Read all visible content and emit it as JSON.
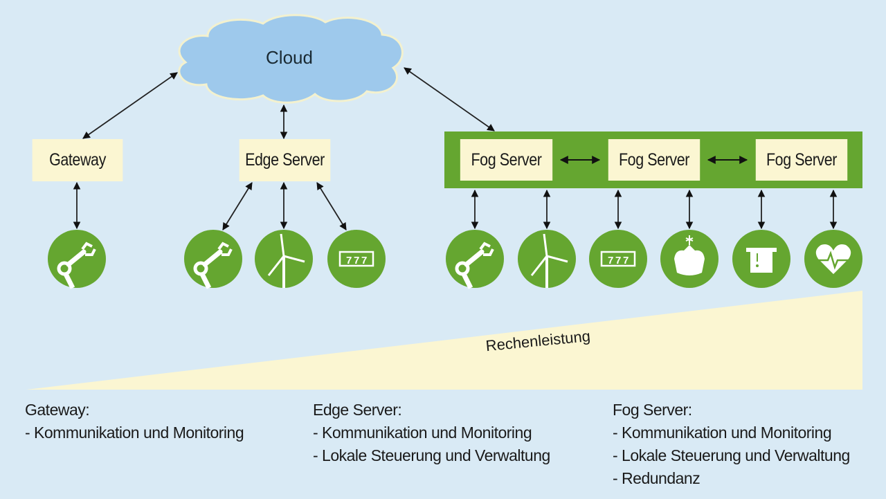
{
  "cloud": {
    "label": "Cloud"
  },
  "nodes": {
    "gateway": {
      "label": "Gateway"
    },
    "edge": {
      "label": "Edge Server"
    },
    "fog": [
      {
        "label": "Fog Server"
      },
      {
        "label": "Fog Server"
      },
      {
        "label": "Fog Server"
      }
    ]
  },
  "devices": {
    "gateway": [
      "robot-arm"
    ],
    "edge": [
      "robot-arm",
      "wind-turbine",
      "counter-display"
    ],
    "fog": [
      "robot-arm",
      "wind-turbine",
      "counter-display",
      "ship",
      "atm",
      "heart-monitor"
    ]
  },
  "wedge": {
    "label": "Rechenleistung"
  },
  "descriptions": [
    {
      "title": "Gateway:",
      "items": [
        "- Kommunikation und Monitoring"
      ]
    },
    {
      "title": "Edge Server:",
      "items": [
        "- Kommunikation und Monitoring",
        "- Lokale Steuerung und Verwaltung"
      ]
    },
    {
      "title": "Fog Server:",
      "items": [
        "- Kommunikation und Monitoring",
        "- Lokale Steuerung und Verwaltung",
        "- Redundanz"
      ]
    }
  ],
  "colors": {
    "background": "#d9eaf5",
    "cloud": "#9ec9ec",
    "box": "#fbf6d2",
    "green": "#65a630",
    "wedge": "#fbf6d2"
  }
}
